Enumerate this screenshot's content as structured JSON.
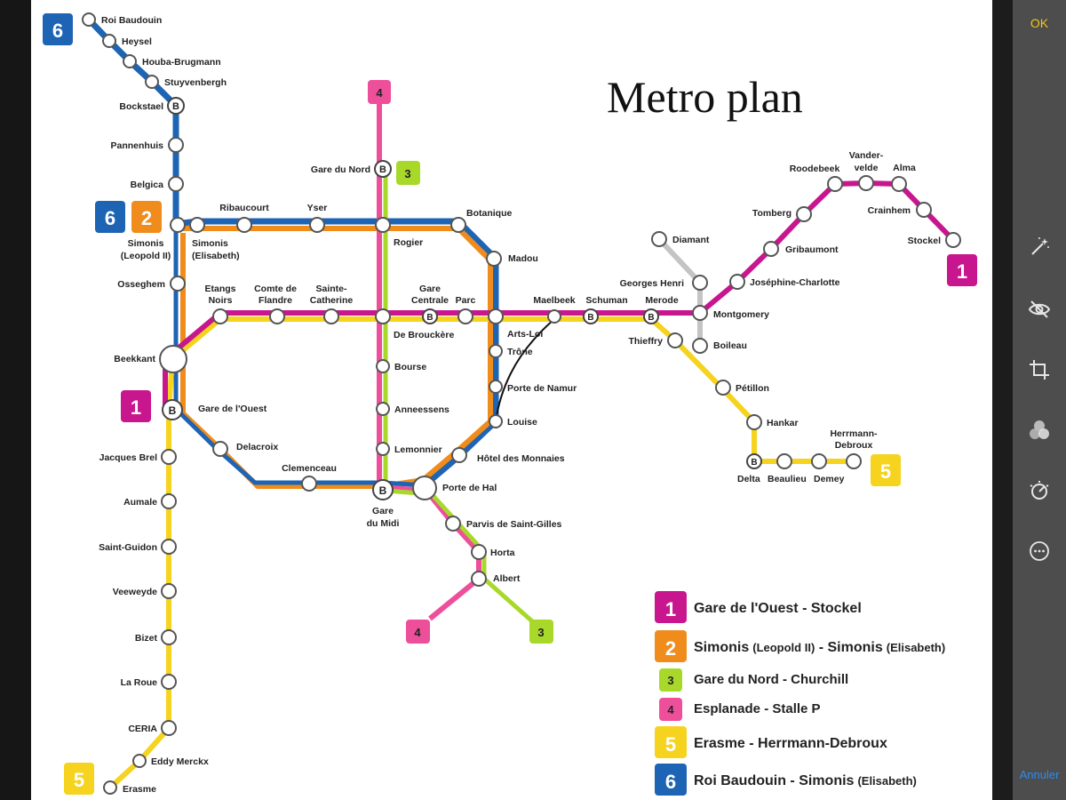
{
  "map": {
    "title": "Metro plan",
    "lines": [
      {
        "number": "1",
        "color": "#c8168e",
        "label": "Gare de l'Ouest - Stockel"
      },
      {
        "number": "2",
        "color": "#f08c1c",
        "label_main": "Simonis",
        "label_note1": "(Leopold II)",
        "label_mid": " - Simonis",
        "label_note2": "(Elisabeth)"
      },
      {
        "number": "3",
        "color": "#a8d82a",
        "label": "Gare du Nord - Churchill"
      },
      {
        "number": "4",
        "color": "#ee4f9a",
        "label": "Esplanade - Stalle P"
      },
      {
        "number": "5",
        "color": "#f5d31e",
        "label": "Erasme - Herrmann-Debroux"
      },
      {
        "number": "6",
        "color": "#1e64b4",
        "label_main": "Roi Baudouin - Simonis",
        "label_note": "(Elisabeth)"
      }
    ],
    "badges": {
      "one": "1",
      "two": "2",
      "three": "3",
      "four": "4",
      "five": "5",
      "six": "6"
    },
    "stations": {
      "roi_baudouin": "Roi Baudouin",
      "heysel": "Heysel",
      "houba": "Houba-Brugmann",
      "stuyvenbergh": "Stuyvenbergh",
      "bockstael": "Bockstael",
      "pannenhuis": "Pannenhuis",
      "belgica": "Belgica",
      "simonis_l": "Simonis",
      "simonis_l2": "(Leopold II)",
      "simonis_e": "Simonis",
      "simonis_e2": "(Elisabeth)",
      "ribaucourt": "Ribaucourt",
      "yser": "Yser",
      "rogier": "Rogier",
      "botanique": "Botanique",
      "madou": "Madou",
      "gare_du_nord": "Gare du Nord",
      "osseghem": "Osseghem",
      "etangs1": "Etangs",
      "etangs2": "Noirs",
      "comte1": "Comte de",
      "comte2": "Flandre",
      "sainte1": "Sainte-",
      "sainte2": "Catherine",
      "gare_centrale1": "Gare",
      "gare_centrale2": "Centrale",
      "parc": "Parc",
      "de_brouckere": "De Brouckère",
      "arts_loi": "Arts-Loi",
      "trone": "Trône",
      "porte_namur": "Porte de Namur",
      "louise": "Louise",
      "hotel_monnaies": "Hôtel des Monnaies",
      "porte_hal": "Porte de Hal",
      "bourse": "Bourse",
      "anneessens": "Anneessens",
      "lemonnier": "Lemonnier",
      "gare_midi1": "Gare",
      "gare_midi2": "du Midi",
      "parvis": "Parvis de Saint-Gilles",
      "horta": "Horta",
      "albert": "Albert",
      "beekkant": "Beekkant",
      "gare_ouest": "Gare de l'Ouest",
      "delacroix": "Delacroix",
      "clemenceau": "Clemenceau",
      "jacques_brel": "Jacques Brel",
      "aumale": "Aumale",
      "saint_guidon": "Saint-Guidon",
      "veeweyde": "Veeweyde",
      "bizet": "Bizet",
      "la_roue": "La Roue",
      "ceria": "CERIA",
      "eddy_merckx": "Eddy Merckx",
      "erasme": "Erasme",
      "maelbeek": "Maelbeek",
      "schuman": "Schuman",
      "merode": "Merode",
      "georges_henri": "Georges Henri",
      "diamant": "Diamant",
      "montgomery": "Montgomery",
      "boileau": "Boileau",
      "thieffry": "Thieffry",
      "petillon": "Pétillon",
      "hankar": "Hankar",
      "delta": "Delta",
      "beaulieu": "Beaulieu",
      "demey": "Demey",
      "herrmann1": "Herrmann-",
      "herrmann2": "Debroux",
      "josephine": "Joséphine-Charlotte",
      "gribaumont": "Gribaumont",
      "tomberg": "Tomberg",
      "roodebeek": "Roodebeek",
      "vandervelde1": "Vander-",
      "vandervelde2": "velde",
      "alma": "Alma",
      "crainhem": "Crainhem",
      "stockel": "Stockel",
      "b": "B"
    }
  },
  "toolbar": {
    "ok_label": "OK",
    "cancel_label": "Annuler",
    "icons": [
      "magic-wand-icon",
      "hide-eye-icon",
      "crop-rotate-icon",
      "filters-icon",
      "adjust-dial-icon",
      "more-options-icon"
    ]
  }
}
